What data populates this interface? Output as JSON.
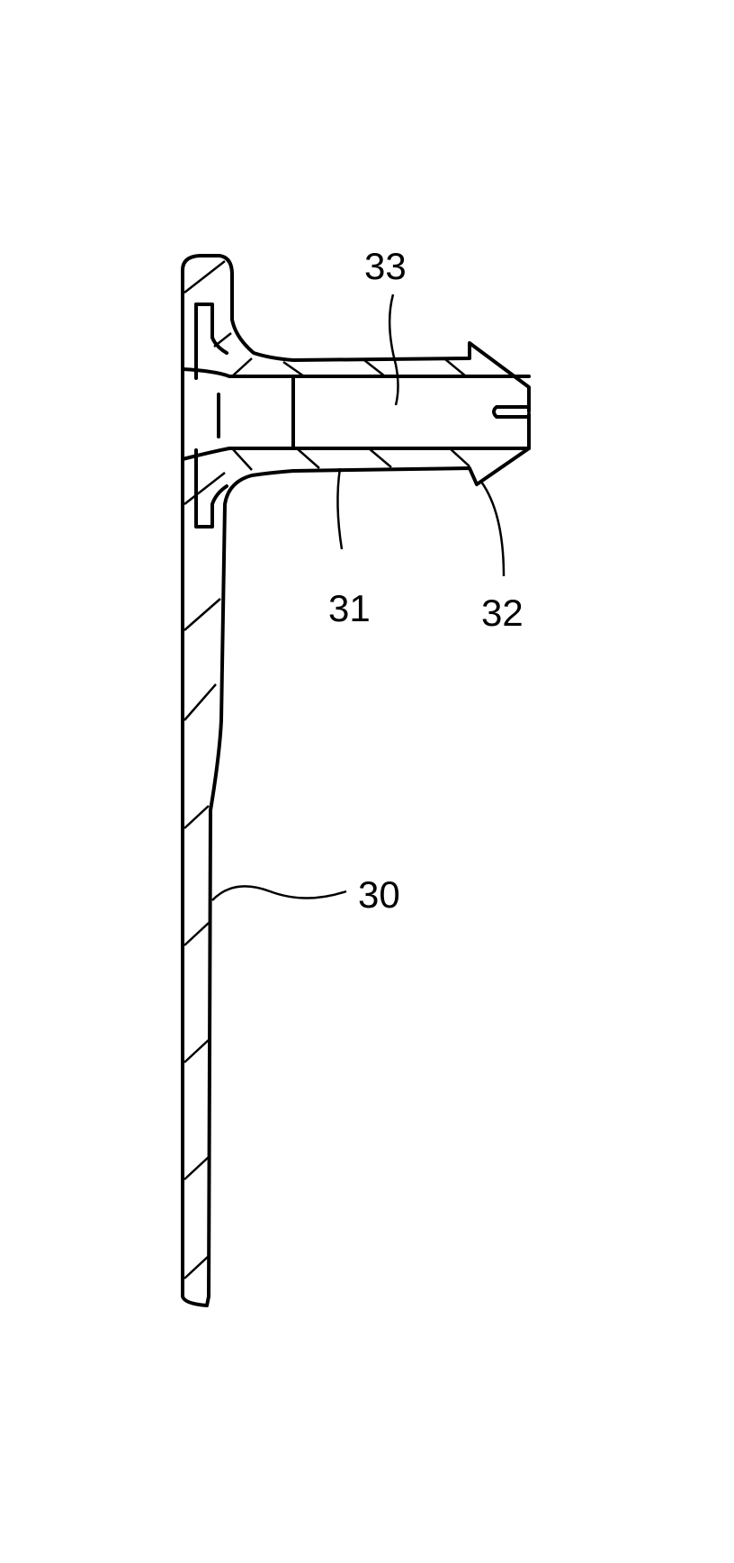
{
  "figure": {
    "labels": {
      "plate": "30",
      "tube": "31",
      "barb": "32",
      "bore": "33"
    },
    "ink_color": "#000000",
    "background": "#ffffff"
  }
}
